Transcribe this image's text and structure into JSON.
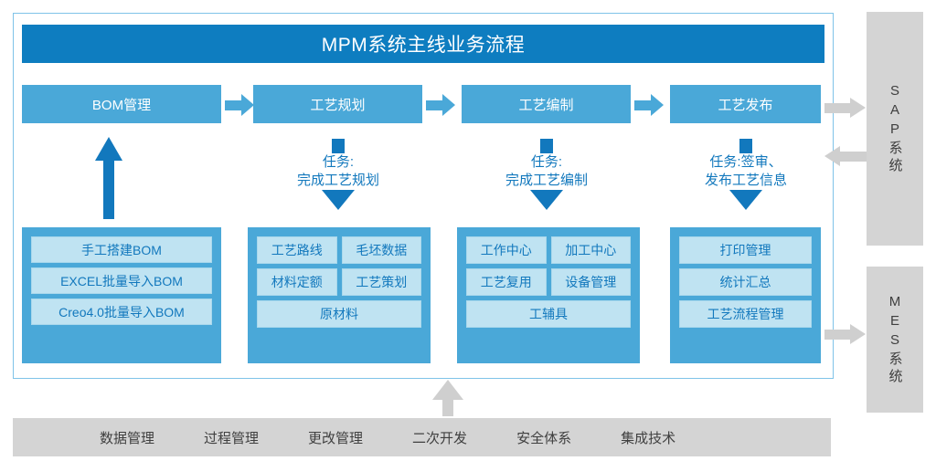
{
  "header": {
    "title": "MPM系统主线业务流程"
  },
  "flow": {
    "steps": [
      {
        "label": "BOM管理"
      },
      {
        "label": "工艺规划"
      },
      {
        "label": "工艺编制"
      },
      {
        "label": "工艺发布"
      }
    ],
    "arrow_icon": "arrow-right-icon"
  },
  "tasks": [
    {
      "line1": "任务:",
      "line2": "完成工艺规划"
    },
    {
      "line1": "任务:",
      "line2": "完成工艺编制"
    },
    {
      "line1": "任务:签审、",
      "line2": "发布工艺信息"
    }
  ],
  "panels": [
    {
      "name": "bom-panel",
      "rows": [
        {
          "chips": [
            "手工搭建BOM"
          ]
        },
        {
          "chips": [
            "EXCEL批量导入BOM"
          ]
        },
        {
          "chips": [
            "Creo4.0批量导入BOM"
          ]
        }
      ]
    },
    {
      "name": "planning-panel",
      "rows": [
        {
          "chips": [
            "工艺路线",
            "毛坯数据"
          ]
        },
        {
          "chips": [
            "材料定额",
            "工艺策划"
          ]
        },
        {
          "chips": [
            "原材料"
          ]
        }
      ]
    },
    {
      "name": "authoring-panel",
      "rows": [
        {
          "chips": [
            "工作中心",
            "加工中心"
          ]
        },
        {
          "chips": [
            "工艺复用",
            "设备管理"
          ]
        },
        {
          "chips": [
            "工辅具"
          ]
        }
      ]
    },
    {
      "name": "publish-panel",
      "rows": [
        {
          "chips": [
            "打印管理"
          ]
        },
        {
          "chips": [
            "统计汇总"
          ]
        },
        {
          "chips": [
            "工艺流程管理"
          ]
        }
      ]
    }
  ],
  "external_systems": [
    {
      "id": "sap",
      "label": "SAP系统"
    },
    {
      "id": "mes",
      "label": "MES系统"
    }
  ],
  "foundation": {
    "items": [
      "数据管理",
      "过程管理",
      "更改管理",
      "二次开发",
      "安全体系",
      "集成技术"
    ]
  },
  "colors": {
    "title_blue": "#0e7dc0",
    "box_blue": "#4aa8d8",
    "chip_fill": "#bfe3f2",
    "chip_text": "#1278bd",
    "arrow_blue": "#1278bd",
    "gray": "#d4d4d4",
    "arrow_gray": "#cfcfcf",
    "frame_border": "#7fc3e8"
  }
}
